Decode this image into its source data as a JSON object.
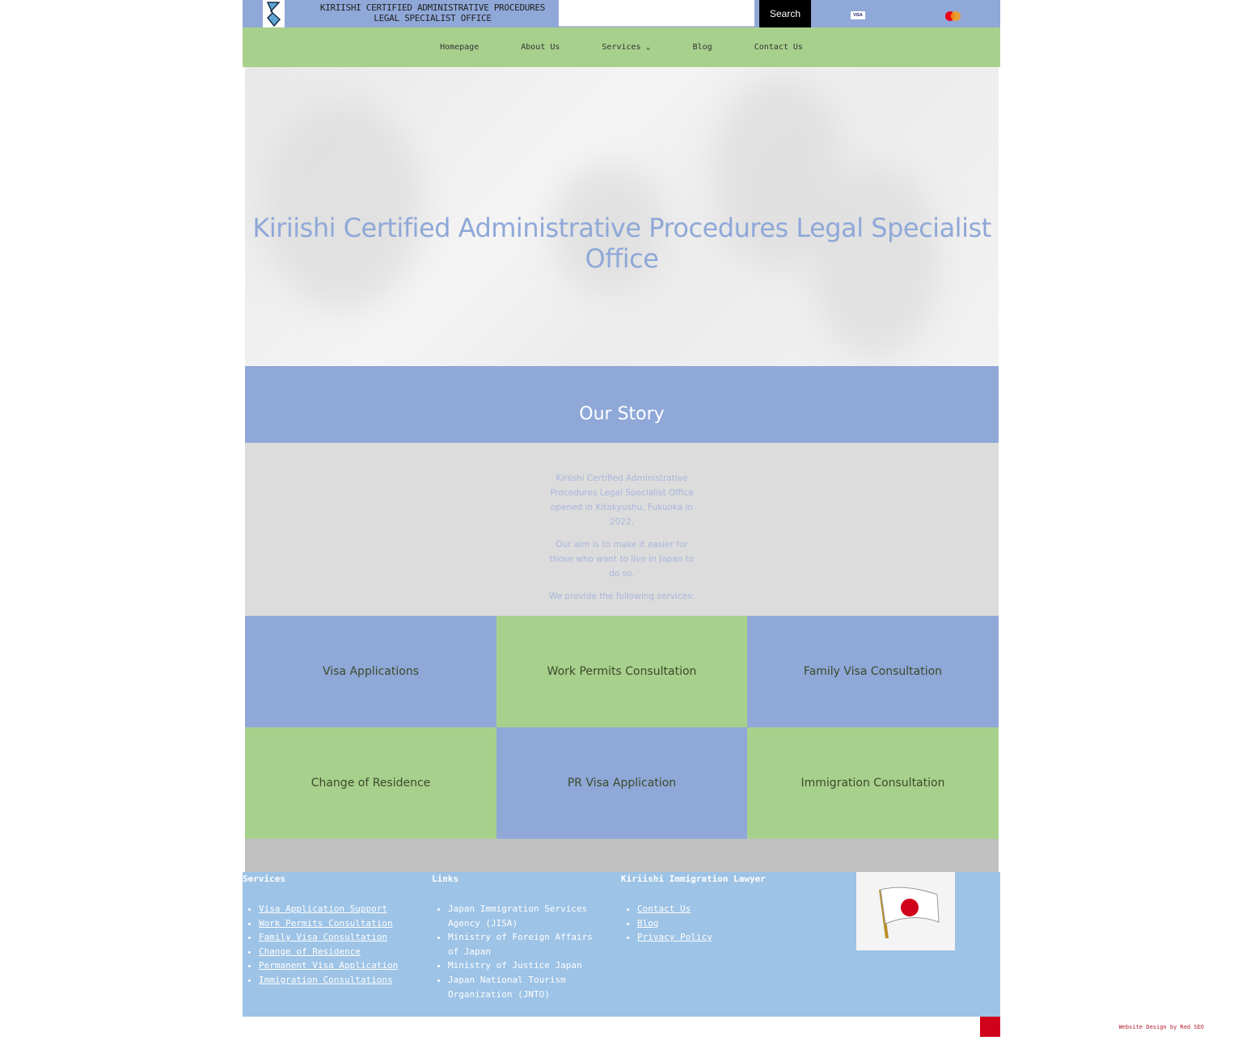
{
  "header": {
    "site_name": "KIRIISHI CERTIFIED ADMINISTRATIVE PROCEDURES LEGAL SPECIALIST OFFICE",
    "search_placeholder": "",
    "search_label": "Search",
    "visa_label": "VISA",
    "colors": {
      "header": "#8fa8d8",
      "nav": "#a8d08d"
    }
  },
  "nav": [
    {
      "label": "Homepage"
    },
    {
      "label": "About Us"
    },
    {
      "label": "Services  ⌄"
    },
    {
      "label": "Blog"
    },
    {
      "label": "Contact Us"
    }
  ],
  "hero": {
    "title": "Kiriishi Certified Administrative Procedures Legal Specialist Office"
  },
  "story": {
    "title": "Our Story",
    "paragraphs": [
      "Kiriishi Certified Administrative Procedures Legal Specialist Office opened in Kitakyushu, Fukuoka in 2022.",
      "Our aim is to make it easier for those who want to live in Japan to do so.",
      "We provide the following services:"
    ]
  },
  "services": [
    "Visa Applications",
    "Work Permits Consultation",
    "Family Visa Consultation",
    "Change of Residence",
    "PR Visa Application",
    "Immigration Consultation"
  ],
  "footer": {
    "services": {
      "title": "Services",
      "items": [
        "Visa Application Support",
        "Work Permits Consultation",
        "Family Visa Consultation",
        "Change of Residence",
        "Permanent Visa Application",
        "Immigration Consultations"
      ]
    },
    "links": {
      "title": "Links",
      "items": [
        "Japan Immigration Services Agency (JISA)",
        "Ministry of Foreign Affairs of Japan",
        "Ministry of Justice Japan",
        "Japan National Tourism Organization (JNTO)"
      ]
    },
    "office": {
      "title": "Kiriishi Immigration Lawyer",
      "items": [
        "Contact Us",
        "Blog",
        "Privacy Policy"
      ]
    }
  },
  "credit": "Website Design by Red SEO"
}
